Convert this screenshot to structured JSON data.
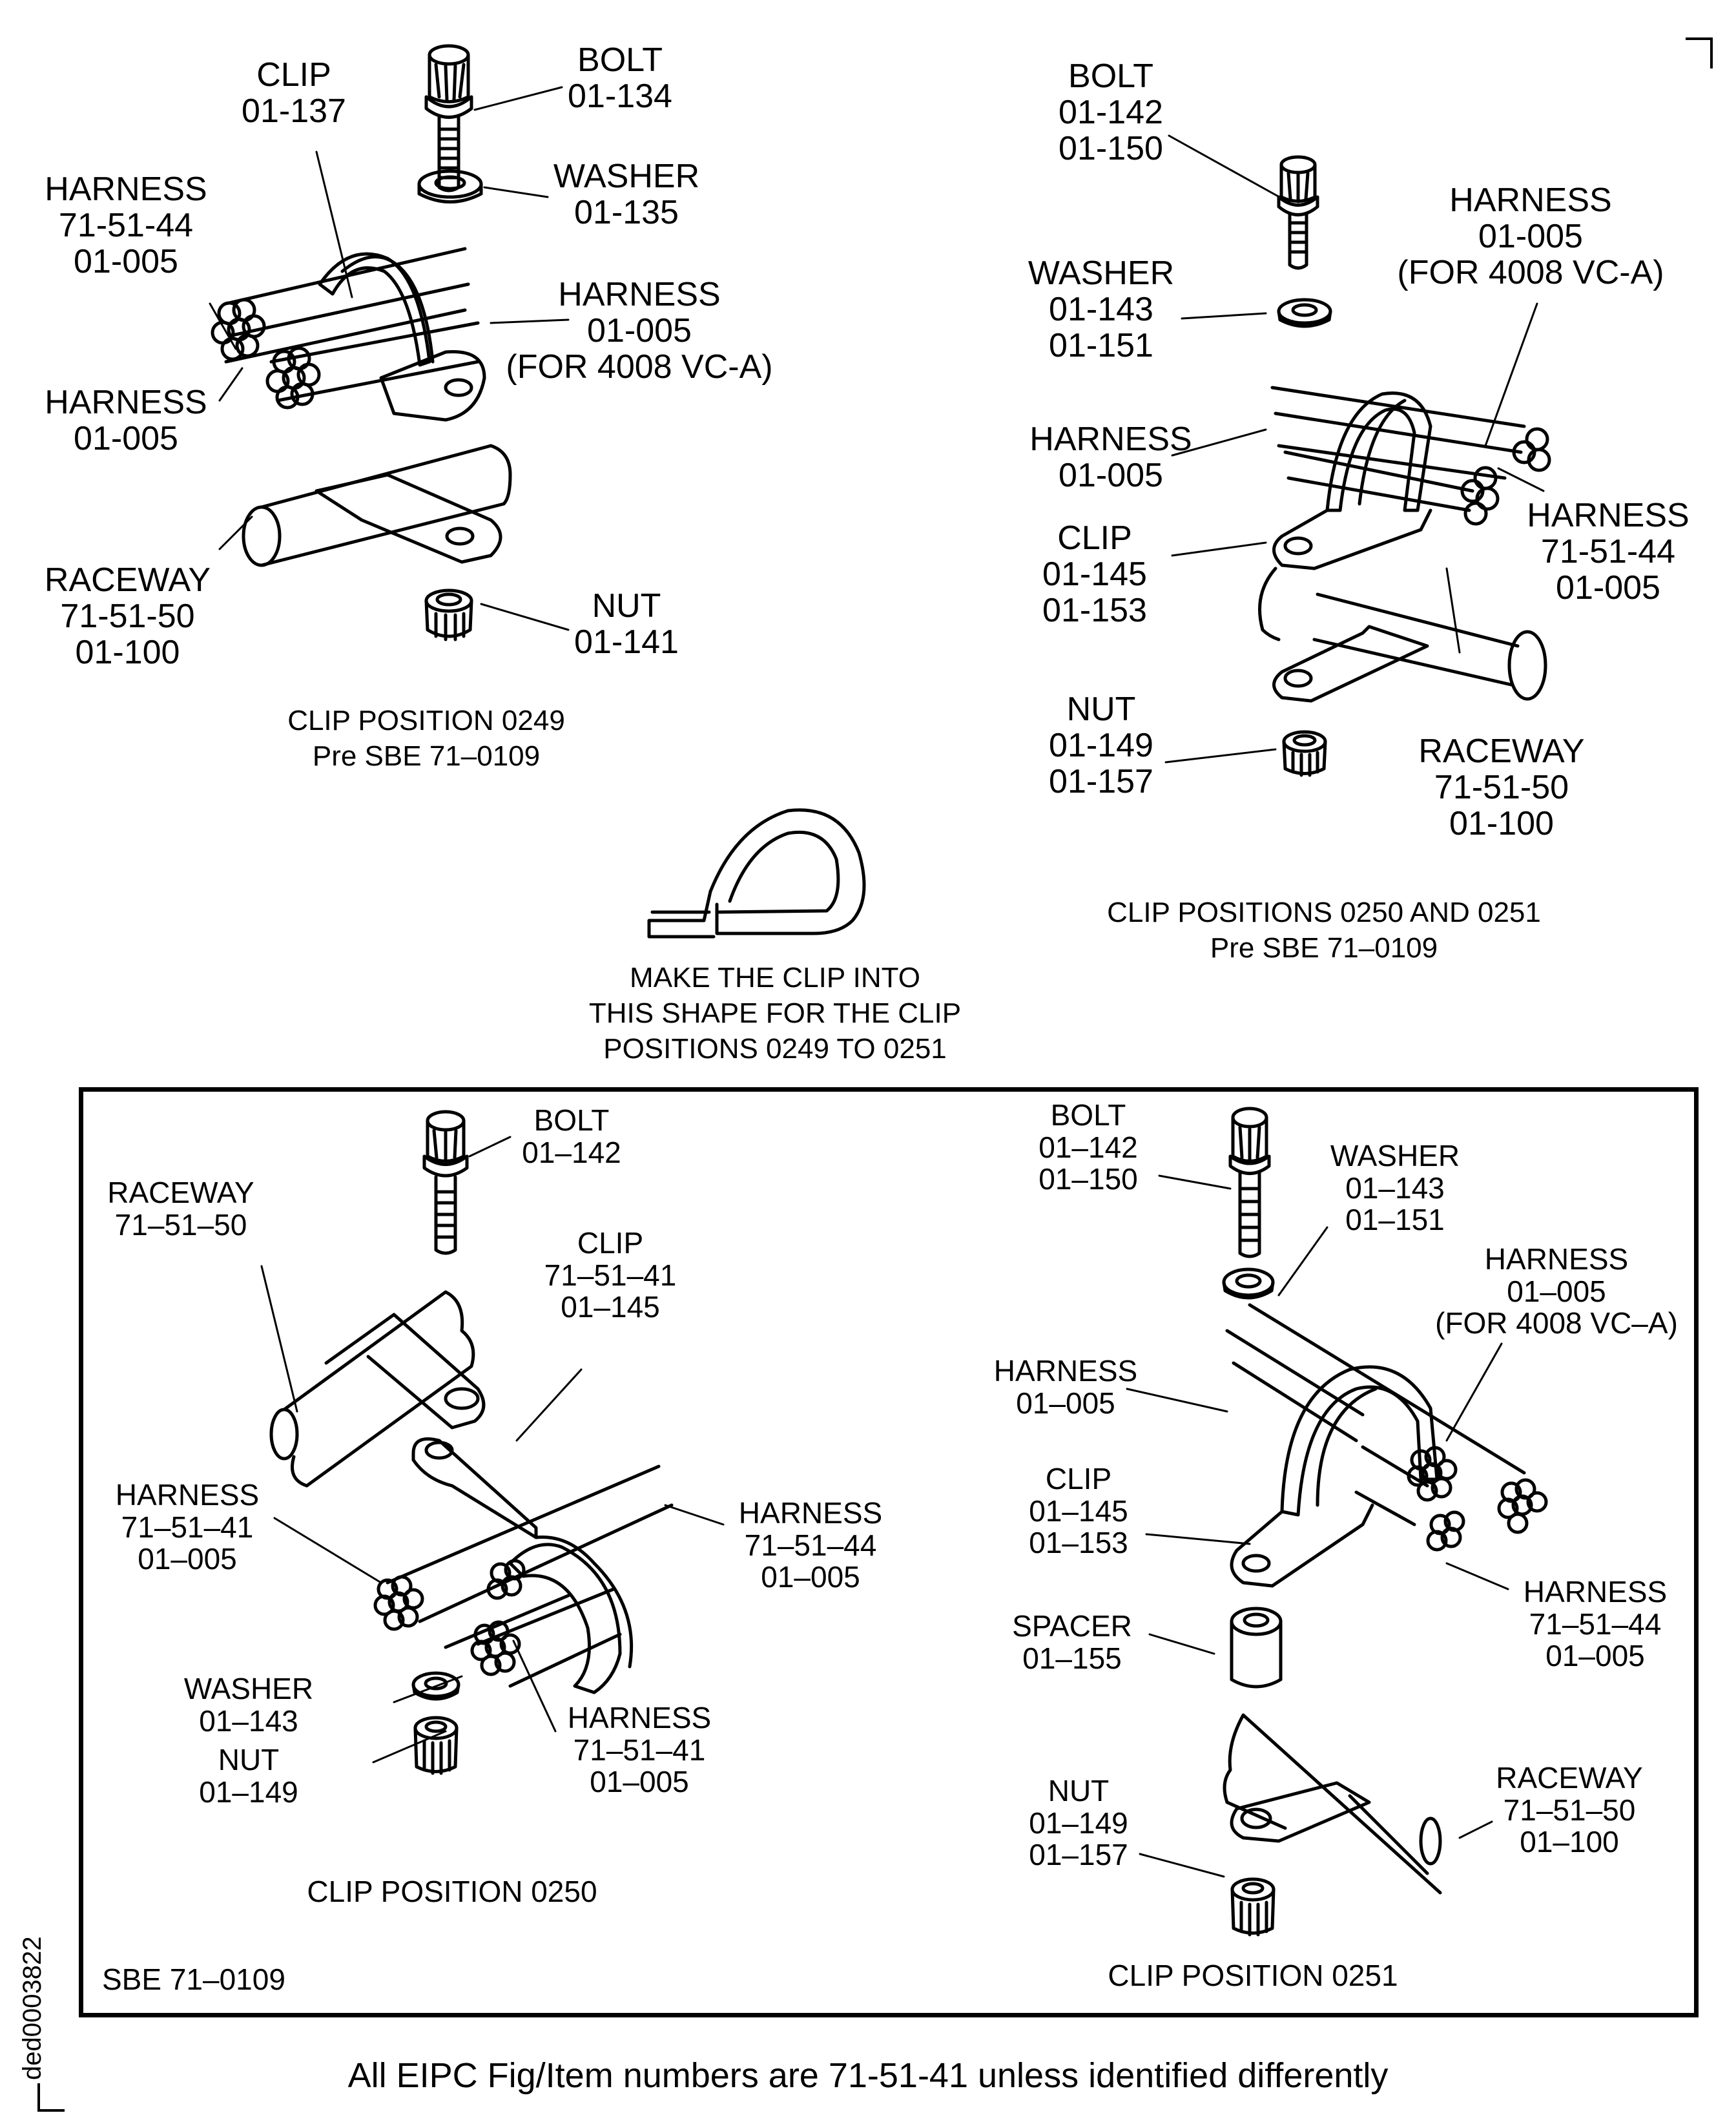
{
  "figure": {
    "footer_note": "All EIPC Fig/Item numbers are 71-51-41 unless identified differently",
    "document_id": "ded0003822"
  },
  "panel_0249_pre": {
    "caption": [
      "CLIP POSITION 0249",
      "Pre SBE 71–0109"
    ],
    "labels": {
      "clip": [
        "CLIP",
        "01-137"
      ],
      "bolt": [
        "BOLT",
        "01-134"
      ],
      "washer": [
        "WASHER",
        "01-135"
      ],
      "harness_a": [
        "HARNESS",
        "71-51-44",
        "01-005"
      ],
      "harness_b": [
        "HARNESS",
        "01-005",
        "(FOR 4008 VC-A)"
      ],
      "harness_c": [
        "HARNESS",
        "01-005"
      ],
      "raceway": [
        "RACEWAY",
        "71-51-50",
        "01-100"
      ],
      "nut": [
        "NUT",
        "01-141"
      ]
    }
  },
  "panel_0250_0251_pre": {
    "caption": [
      "CLIP POSITIONS 0250 AND 0251",
      "Pre SBE 71–0109"
    ],
    "labels": {
      "bolt": [
        "BOLT",
        "01-142",
        "01-150"
      ],
      "harness_a": [
        "HARNESS",
        "01-005",
        "(FOR 4008 VC-A)"
      ],
      "washer": [
        "WASHER",
        "01-143",
        "01-151"
      ],
      "harness_b": [
        "HARNESS",
        "01-005"
      ],
      "harness_c": [
        "HARNESS",
        "71-51-44",
        "01-005"
      ],
      "clip": [
        "CLIP",
        "01-145",
        "01-153"
      ],
      "nut": [
        "NUT",
        "01-149",
        "01-157"
      ],
      "raceway": [
        "RACEWAY",
        "71-51-50",
        "01-100"
      ]
    }
  },
  "clip_shape_note": [
    "MAKE THE CLIP INTO",
    "THIS SHAPE FOR THE CLIP",
    "POSITIONS 0249 TO 0251"
  ],
  "sbe_box": {
    "title": "SBE 71–0109",
    "panel_0250": {
      "caption": "CLIP POSITION 0250",
      "labels": {
        "bolt": [
          "BOLT",
          "01–142"
        ],
        "raceway": [
          "RACEWAY",
          "71–51–50"
        ],
        "clip": [
          "CLIP",
          "71–51–41",
          "01–145"
        ],
        "harness_a": [
          "HARNESS",
          "71–51–41",
          "01–005"
        ],
        "harness_b": [
          "HARNESS",
          "71–51–44",
          "01–005"
        ],
        "washer": [
          "WASHER",
          "01–143"
        ],
        "harness_c": [
          "HARNESS",
          "71–51–41",
          "01–005"
        ],
        "nut": [
          "NUT",
          "01–149"
        ]
      }
    },
    "panel_0251": {
      "caption": "CLIP POSITION 0251",
      "labels": {
        "bolt": [
          "BOLT",
          "01–142",
          "01–150"
        ],
        "washer": [
          "WASHER",
          "01–143",
          "01–151"
        ],
        "harness_a": [
          "HARNESS",
          "01–005",
          "(FOR 4008 VC–A)"
        ],
        "harness_b": [
          "HARNESS",
          "01–005"
        ],
        "clip": [
          "CLIP",
          "01–145",
          "01–153"
        ],
        "harness_c": [
          "HARNESS",
          "71–51–44",
          "01–005"
        ],
        "spacer": [
          "SPACER",
          "01–155"
        ],
        "raceway": [
          "RACEWAY",
          "71–51–50",
          "01–100"
        ],
        "nut": [
          "NUT",
          "01–149",
          "01–157"
        ]
      }
    }
  }
}
